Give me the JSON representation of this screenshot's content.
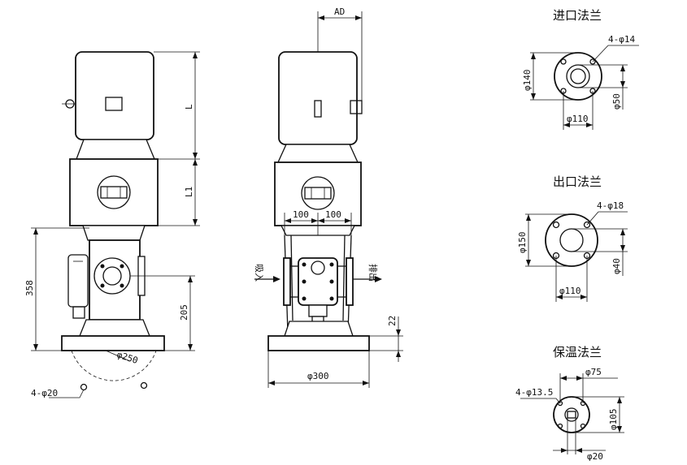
{
  "left_view": {
    "dim_L": "L",
    "dim_L1": "L1",
    "dim_358": "358",
    "dim_205": "205",
    "dim_phi250": "φ250",
    "holes": "4-φ20"
  },
  "middle_view": {
    "dim_AD": "AD",
    "dim_100_left": "100",
    "dim_100_right": "100",
    "inlet": "吸入",
    "outlet": "排出",
    "dim_22": "22",
    "dim_phi300": "φ300"
  },
  "inlet_flange": {
    "title": "进口法兰",
    "holes": "4-φ14",
    "d_outer": "φ140",
    "d_bore": "φ50",
    "d_pitch": "φ110"
  },
  "outlet_flange": {
    "title": "出口法兰",
    "holes": "4-φ18",
    "d_outer": "φ150",
    "d_bore": "φ40",
    "d_pitch": "φ110"
  },
  "heat_flange": {
    "title": "保温法兰",
    "holes": "4-φ13.5",
    "d_pitch": "φ75",
    "d_outer": "φ105",
    "d_bore": "φ20"
  }
}
